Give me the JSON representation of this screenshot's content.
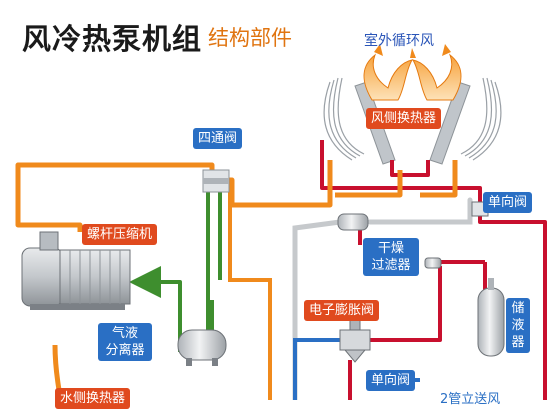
{
  "title": {
    "main": "风冷热泵机组",
    "sub": "结构部件"
  },
  "outdoor_air": "室外循环风",
  "labels": {
    "air_hx": "风侧换热器",
    "four_way": "四通阀",
    "check_valve_top": "单向阀",
    "compressor": "螺杆压缩机",
    "dryer_l1": "干燥",
    "dryer_l2": "过滤器",
    "eev": "电子膨胀阀",
    "separator_l1": "气液",
    "separator_l2": "分离器",
    "receiver_l1": "储",
    "receiver_l2": "液",
    "receiver_l3": "器",
    "check_valve_bottom": "单向阀",
    "water_hx": "水侧换热器",
    "water_partial": "2管立送风"
  },
  "colors": {
    "hot_gas": "#f08a1c",
    "liquid": "#c8102e",
    "suction": "#3e8e2e",
    "chilled": "#2a6fc4",
    "pipe_gray": "#c6c9cc",
    "label_blue": "#2a6fc4",
    "label_red": "#e04a1e"
  },
  "icons": [
    "compressor-icon",
    "coil-icon",
    "airflow-arrow-icon",
    "valve-icon",
    "tank-icon",
    "filter-icon"
  ]
}
